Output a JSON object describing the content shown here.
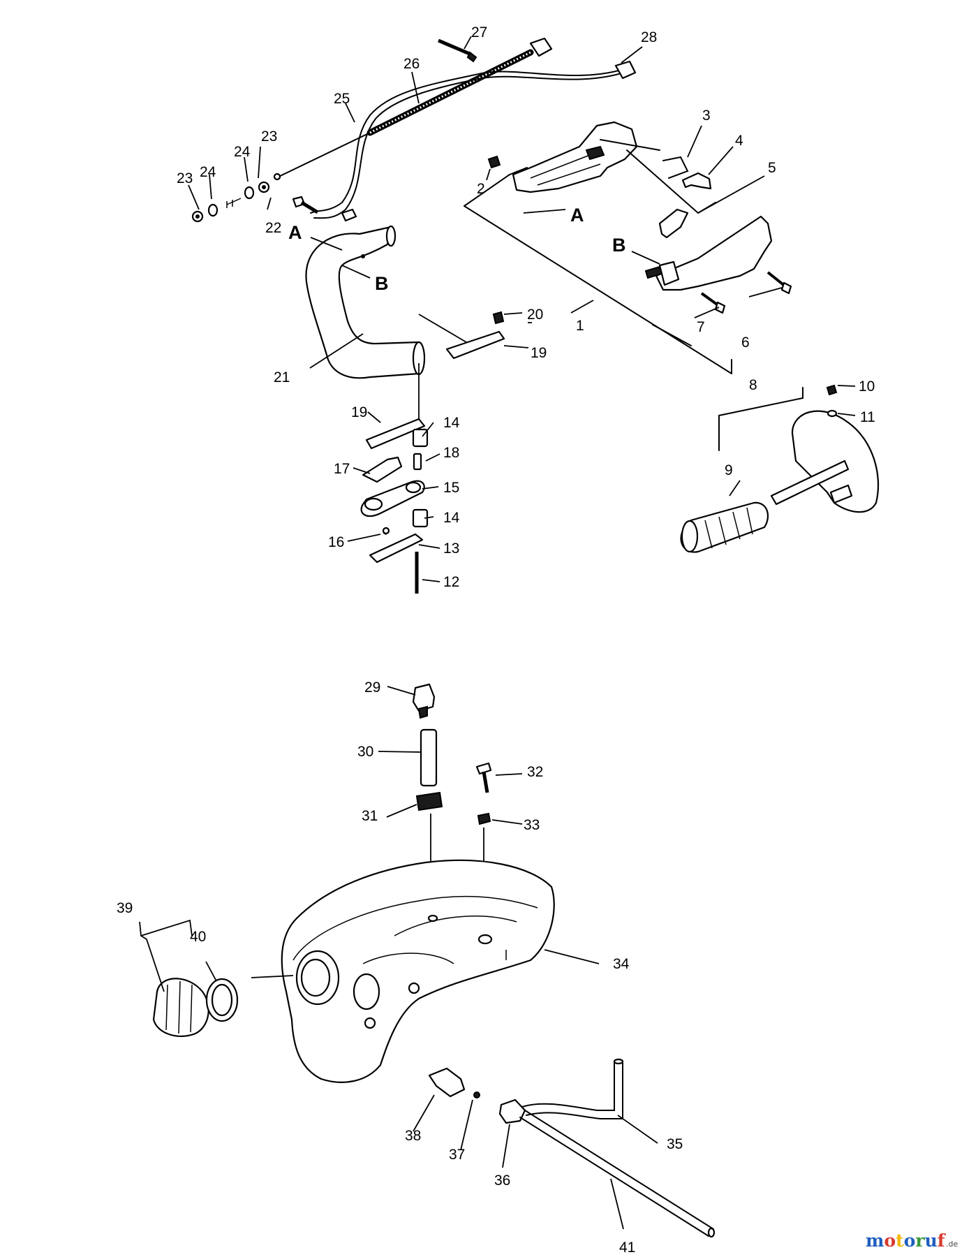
{
  "callouts": {
    "c1": "1",
    "c2": "2",
    "c3": "3",
    "c4": "4",
    "c5": "5",
    "c6": "6",
    "c7": "7",
    "c8": "8",
    "c9": "9",
    "c10": "10",
    "c11": "11",
    "c12": "12",
    "c13": "13",
    "c14a": "14",
    "c14b": "14",
    "c15": "15",
    "c16": "16",
    "c17": "17",
    "c18": "18",
    "c19a": "19",
    "c19b": "19",
    "c20": "20",
    "c21": "21",
    "c22": "22",
    "c23a": "23",
    "c23b": "23",
    "c24a": "24",
    "c24b": "24",
    "c25": "25",
    "c26": "26",
    "c27": "27",
    "c28": "28",
    "c29": "29",
    "c30": "30",
    "c31": "31",
    "c32": "32",
    "c33": "33",
    "c34": "34",
    "c35": "35",
    "c36": "36",
    "c37": "37",
    "c38": "38",
    "c39": "39",
    "c40": "40",
    "c41": "41"
  },
  "reference_marks": {
    "a_handle": "A",
    "b_bar": "B",
    "a_bar": "A",
    "b_handle": "B"
  },
  "watermark": {
    "brand_main": "motoruf",
    "brand_suffix": ".de",
    "colors": [
      "#1f5fbf",
      "#d63a2e",
      "#f2b600",
      "#1f5fbf",
      "#3a9a3a",
      "#1f5fbf",
      "#d63a2e"
    ]
  }
}
